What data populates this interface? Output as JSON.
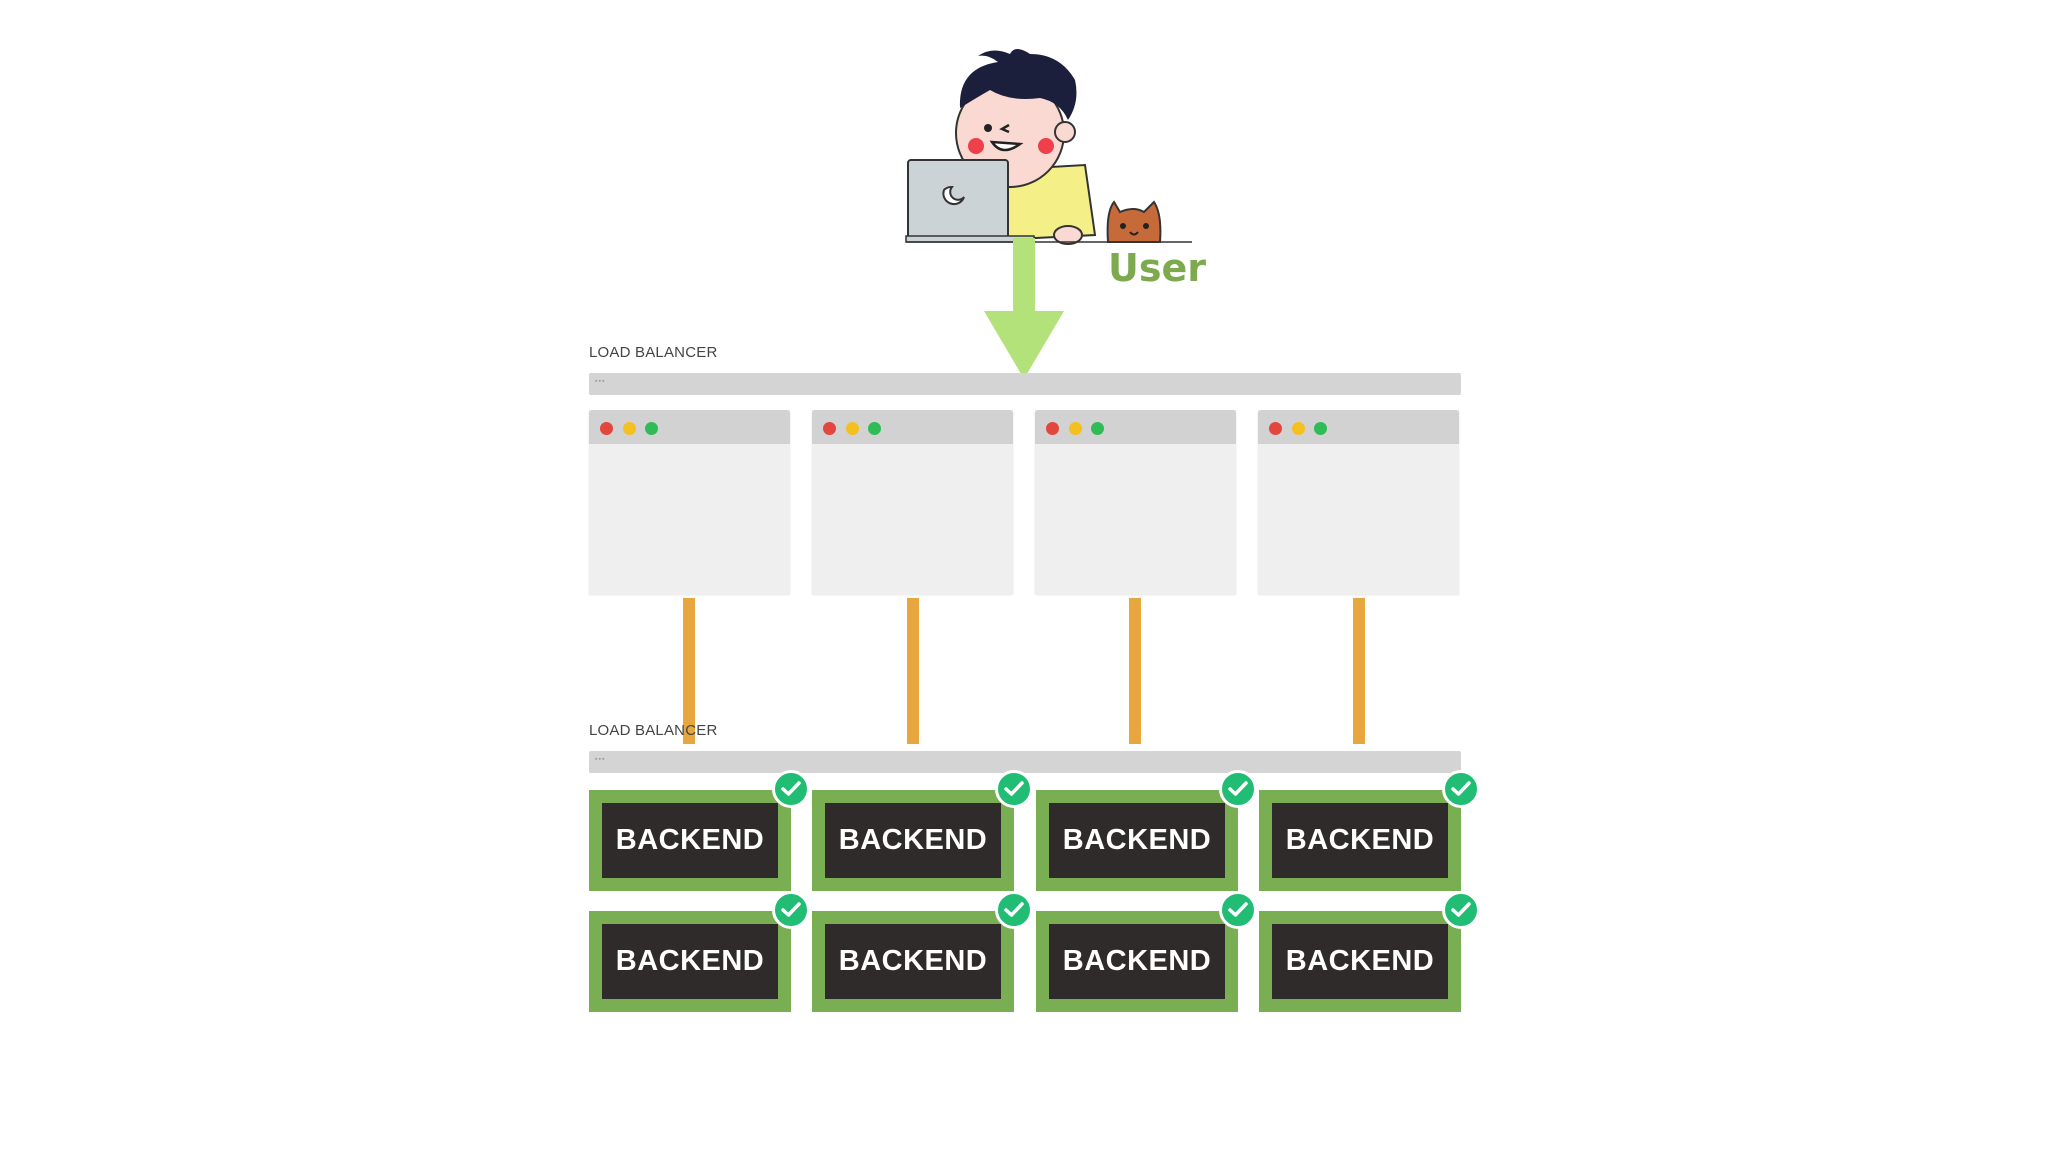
{
  "user": {
    "label": "User"
  },
  "load_balancers": [
    {
      "label": "LOAD BALANCER",
      "dots": "▪▪▪"
    },
    {
      "label": "LOAD BALANCER",
      "dots": "▪▪▪"
    }
  ],
  "servers": [
    {
      "window": "server-window"
    },
    {
      "window": "server-window"
    },
    {
      "window": "server-window"
    },
    {
      "window": "server-window"
    }
  ],
  "backends": [
    {
      "label": "BACKEND",
      "status": "check"
    },
    {
      "label": "BACKEND",
      "status": "check"
    },
    {
      "label": "BACKEND",
      "status": "check"
    },
    {
      "label": "BACKEND",
      "status": "check"
    },
    {
      "label": "BACKEND",
      "status": "check"
    },
    {
      "label": "BACKEND",
      "status": "check"
    },
    {
      "label": "BACKEND",
      "status": "check"
    },
    {
      "label": "BACKEND",
      "status": "check"
    }
  ],
  "colors": {
    "user_label": "#7daa4f",
    "arrow": "#b4e27a",
    "connector": "#e8a63f",
    "backend_border": "#7aae52",
    "backend_fill": "#2f2b2b",
    "check_badge": "#21bd75"
  }
}
